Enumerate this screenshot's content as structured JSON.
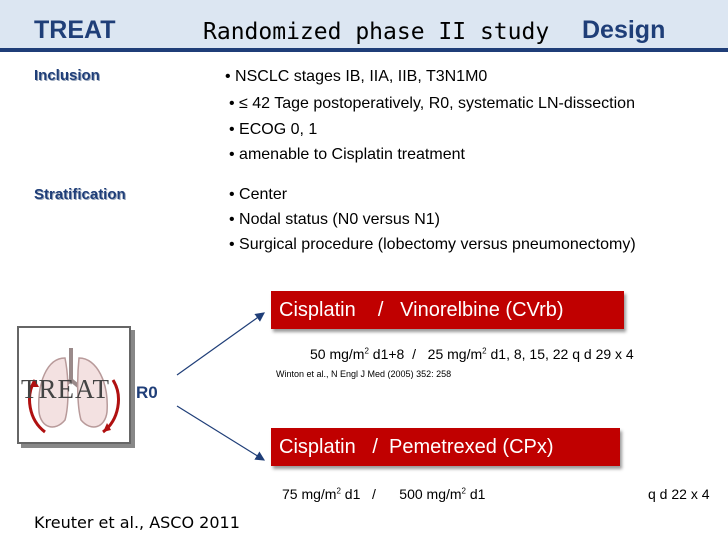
{
  "header": {
    "left": "TREAT",
    "center": "Randomized phase II study",
    "right": "Design"
  },
  "inclusion": {
    "label": "Inclusion",
    "items": [
      "• NSCLC stages IB, IIA, IIB, T3N1M0",
      "• ≤ 42 Tage postoperatively, R0, systematic LN-dissection",
      "• ECOG 0, 1",
      "• amenable to Cisplatin treatment"
    ]
  },
  "stratification": {
    "label": "Stratification",
    "items": [
      "• Center",
      "• Nodal status (N0  versus  N1)",
      "• Surgical procedure (lobectomy versus pneumonectomy)"
    ]
  },
  "arms": [
    {
      "label": "Cisplatin    /   Vinorelbine (CVrb)",
      "dose_parts": [
        "50 mg/m",
        "2",
        " d1+8  /   25 mg/m",
        "2",
        " d1, 8, 15, 22 q d 29 x 4"
      ],
      "reference": "Winton et al., N Engl J Med  (2005) 352: 258"
    },
    {
      "label": "Cisplatin   /  Pemetrexed (CPx)",
      "dose_parts": [
        "75 mg/m",
        "2",
        " d1   /      500 mg/m",
        "2",
        " d1"
      ],
      "schedule": "q d 22 x 4"
    }
  ],
  "logo": {
    "text": "TREAT",
    "randomization": "R0"
  },
  "citation": "Kreuter et al., ASCO 2011",
  "colors": {
    "navy": "#1f3e78",
    "arm_red": "#c00000",
    "header_bg": "#dce6f2"
  }
}
